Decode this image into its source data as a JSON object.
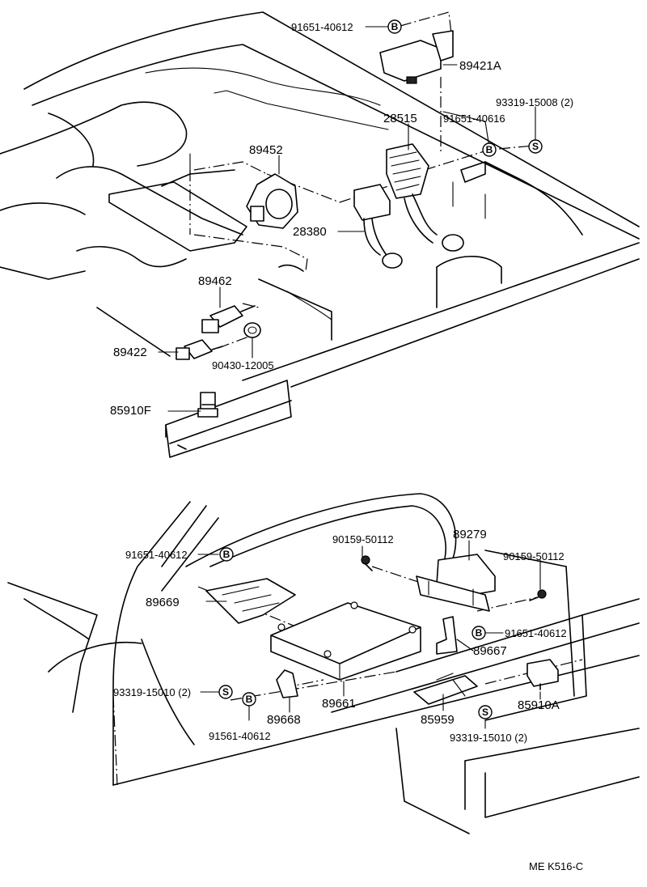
{
  "parts_top": {
    "p91651_40612": "91651-40612",
    "p89421A": "89421A",
    "p28515": "28515",
    "p91651_40616": "91651-40616",
    "p93319_15008": "93319-15008 (2)",
    "p89452": "89452",
    "p28380": "28380",
    "p89462": "89462",
    "p89422": "89422",
    "p90430_12005": "90430-12005",
    "p85910F": "85910F"
  },
  "parts_bottom": {
    "p90159_50112_a": "90159-50112",
    "p89279": "89279",
    "p90159_50112_b": "90159-50112",
    "p91651_40612_a": "91651-40612",
    "p89669": "89669",
    "p91651_40612_b": "91651-40612",
    "p89667": "89667",
    "p93319_15010_a": "93319-15010 (2)",
    "p89661": "89661",
    "p85910A": "85910A",
    "p85959": "85959",
    "p89668": "89668",
    "p91561_40612": "91561-40612",
    "p93319_15010_b": "93319-15010 (2)"
  },
  "symbols": {
    "b": "B",
    "s": "S"
  },
  "footer": {
    "code": "ME  K516-C"
  }
}
